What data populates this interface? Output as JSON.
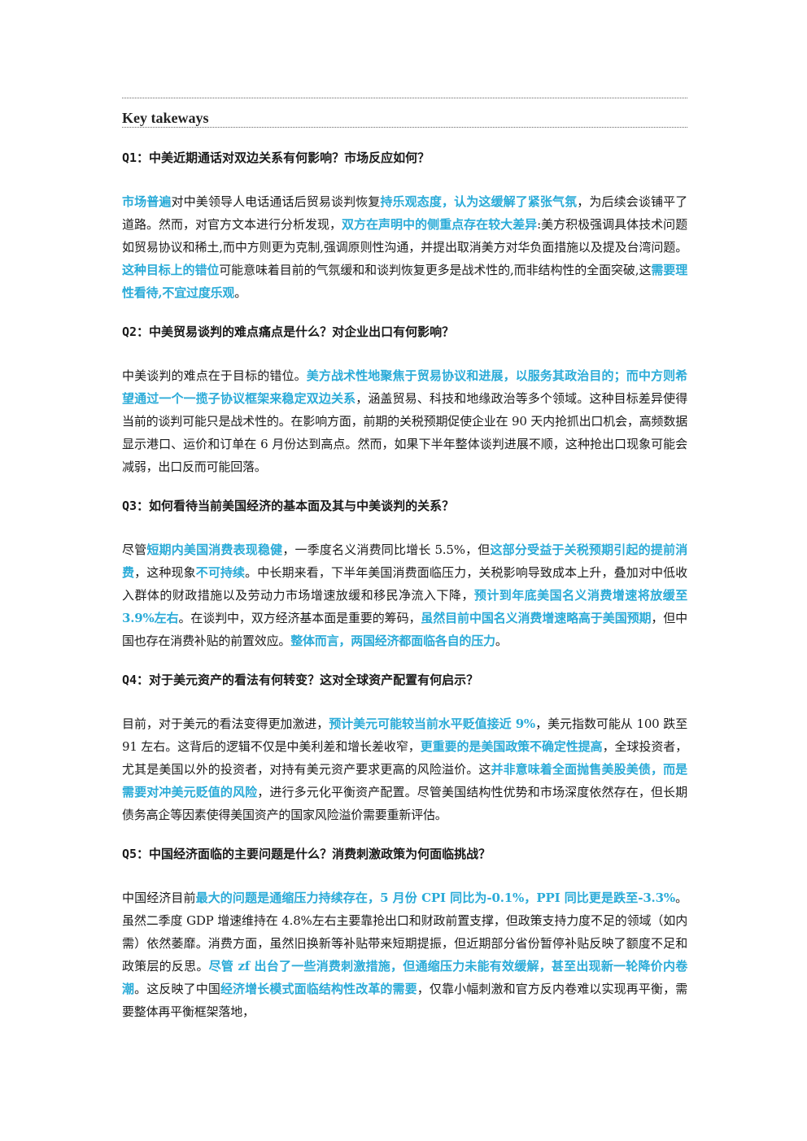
{
  "header": {
    "title": "Key takeways"
  },
  "sections": [
    {
      "question": "Q1：中美近期通话对双边关系有何影响？市场反应如何？",
      "segments": [
        {
          "t": "市场普遍",
          "h": true
        },
        {
          "t": "对中美领导人电话通话后贸易谈判恢复",
          "h": false
        },
        {
          "t": "持乐观态度，认为这缓解了紧张气氛",
          "h": true
        },
        {
          "t": "，为后续会谈铺平了道路。然而，对官方文本进行分析发现，",
          "h": false
        },
        {
          "t": "双方在声明中的侧重点存在较大差异",
          "h": true
        },
        {
          "t": ":美方积极强调具体技术问题如贸易协议和稀土,而中方则更为克制,强调原则性沟通，并提出取消美方对华负面措施以及提及台湾问题。",
          "h": false
        },
        {
          "t": "这种目标上的错位",
          "h": true
        },
        {
          "t": "可能意味着目前的气氛缓和和谈判恢复更多是战术性的,而非结构性的全面突破,这",
          "h": false
        },
        {
          "t": "需要理性看待,不宜过度乐观",
          "h": true
        },
        {
          "t": "。",
          "h": false
        }
      ]
    },
    {
      "question": "Q2：中美贸易谈判的难点痛点是什么？对企业出口有何影响？",
      "segments": [
        {
          "t": "中美谈判的难点在于目标的错位。",
          "h": false
        },
        {
          "t": "美方战术性地聚焦于贸易协议和进展，以服务其政治目的；而中方则希望通过一个一揽子协议框架来稳定双边关系",
          "h": true
        },
        {
          "t": "，涵盖贸易、科技和地缘政治等多个领域。这种目标差异使得当前的谈判可能只是战术性的。在影响方面，前期的关税预期促使企业在 90 天内抢抓出口机会，高频数据显示港口、运价和订单在 6 月份达到高点。然而，如果下半年整体谈判进展不顺，这种抢出口现象可能会减弱，出口反而可能回落。",
          "h": false
        }
      ]
    },
    {
      "question": "Q3：如何看待当前美国经济的基本面及其与中美谈判的关系？",
      "segments": [
        {
          "t": "尽管",
          "h": false
        },
        {
          "t": "短期内美国消费表现稳健",
          "h": true
        },
        {
          "t": "，一季度名义消费同比增长 5.5%，但",
          "h": false
        },
        {
          "t": "这部分受益于关税预期引起的提前消费",
          "h": true
        },
        {
          "t": "，这种现象",
          "h": false
        },
        {
          "t": "不可持续",
          "h": true
        },
        {
          "t": "。中长期来看，下半年美国消费面临压力，关税影响导致成本上升，叠加对中低收入群体的财政措施以及劳动力市场增速放缓和移民净流入下降，",
          "h": false
        },
        {
          "t": "预计到年底美国名义消费增速将放缓至 3.9%左右",
          "h": true
        },
        {
          "t": "。在谈判中，双方经济基本面是重要的筹码，",
          "h": false
        },
        {
          "t": "虽然目前中国名义消费增速略高于美国预期",
          "h": true
        },
        {
          "t": "，但中国也存在消费补贴的前置效应。",
          "h": false
        },
        {
          "t": "整体而言，两国经济都面临各自的压力",
          "h": true
        },
        {
          "t": "。",
          "h": false
        }
      ]
    },
    {
      "question": "Q4：对于美元资产的看法有何转变？这对全球资产配置有何启示？",
      "segments": [
        {
          "t": "目前，对于美元的看法变得更加激进，",
          "h": false
        },
        {
          "t": "预计美元可能较当前水平贬值接近 9%",
          "h": true
        },
        {
          "t": "，美元指数可能从 100 跌至 91 左右。这背后的逻辑不仅是中美利差和增长差收窄，",
          "h": false
        },
        {
          "t": "更重要的是美国政策不确定性提高",
          "h": true
        },
        {
          "t": "，全球投资者，尤其是美国以外的投资者，对持有美元资产要求更高的风险溢价。这",
          "h": false
        },
        {
          "t": "并非意味着全面抛售美股美债，而是需要对冲美元贬值的风险",
          "h": true
        },
        {
          "t": "，进行多元化平衡资产配置。尽管美国结构性优势和市场深度依然存在，但长期债务高企等因素使得美国资产的国家风险溢价需要重新评估。",
          "h": false
        }
      ]
    },
    {
      "question": "Q5：中国经济面临的主要问题是什么？消费刺激政策为何面临挑战？",
      "segments": [
        {
          "t": "中国经济目前",
          "h": false
        },
        {
          "t": "最大的问题是通缩压力持续存在，5 月份 CPI 同比为-0.1%，PPI 同比更是跌至-3.3%",
          "h": true
        },
        {
          "t": "。虽然二季度 GDP 增速维持在 4.8%左右主要靠抢出口和财政前置支撑，但政策支持力度不足的领域（如内需）依然萎靡。消费方面，虽然旧换新等补贴带来短期提振，但近期部分省份暂停补贴反映了额度不足和政策层的反思。",
          "h": false
        },
        {
          "t": "尽管 zf 出台了一些消费刺激措施，但通缩压力未能有效缓解，甚至出现新一轮降价内卷潮",
          "h": true
        },
        {
          "t": "。这反映了中国",
          "h": false
        },
        {
          "t": "经济增长模式面临结构性改革的需要",
          "h": true
        },
        {
          "t": "，仅靠小幅刺激和官方反内卷难以实现再平衡，需要整体再平衡框架落地，",
          "h": false
        }
      ]
    }
  ]
}
